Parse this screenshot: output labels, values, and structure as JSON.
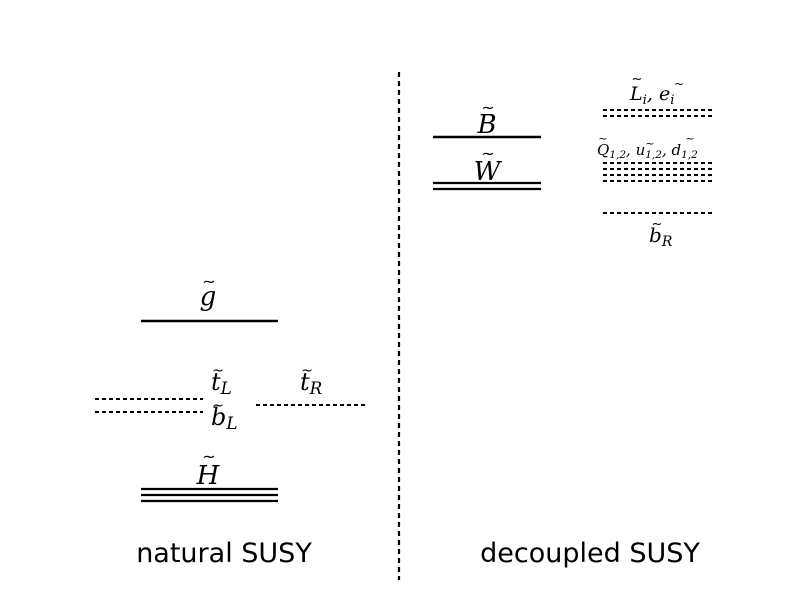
{
  "panels": {
    "left": {
      "caption": "natural SUSY"
    },
    "right": {
      "caption": "decoupled SUSY"
    }
  },
  "levels": {
    "gluino": {
      "symbol": "g",
      "line_style": "solid-single"
    },
    "stop_left": {
      "symbol": "t",
      "subscript": "L",
      "line_style": "dashed-double"
    },
    "sbottom_left": {
      "symbol": "b",
      "subscript": "L"
    },
    "stop_right": {
      "symbol": "t",
      "subscript": "R",
      "line_style": "dashed-single"
    },
    "higgsino": {
      "symbol": "H",
      "line_style": "solid-triple"
    },
    "bino": {
      "symbol": "B",
      "line_style": "solid-single"
    },
    "wino": {
      "symbol": "W",
      "line_style": "solid-double"
    },
    "sleptons": {
      "symbol_1": "L",
      "subscript_1": "i",
      "sep": ", ",
      "symbol_2": "e",
      "subscript_2": "i",
      "line_style": "dashed-double"
    },
    "squarks_12": {
      "symbol_1": "Q",
      "subscript_1": "1,2",
      "sep_1": ", ",
      "symbol_2": "u",
      "subscript_2": "1,2",
      "sep_2": ", ",
      "symbol_3": "d",
      "subscript_3": "1,2",
      "line_style": "dashed-quadruple"
    },
    "sbottom_right": {
      "symbol": "b",
      "subscript": "R",
      "line_style": "dashed-single"
    }
  },
  "divider": {
    "style": "dashed-vertical"
  },
  "colors": {
    "ink": "#000000",
    "background": "#ffffff"
  }
}
